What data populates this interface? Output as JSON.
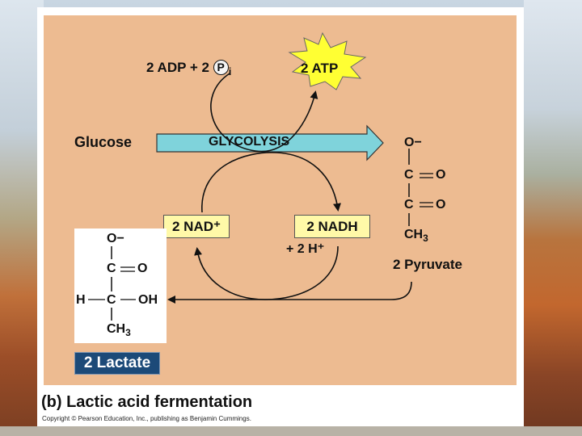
{
  "diagram": {
    "adp_pi_text": "2 ADP + 2",
    "pi_letter": "P",
    "pi_subscript": "i",
    "atp_label": "2 ATP",
    "glucose_label": "Glucose",
    "glycolysis_label": "GLYCOLYSIS",
    "nad_label": "2 NAD⁺",
    "nadh_label": "2 NADH",
    "h_plus_label": "+ 2 H⁺",
    "pyruvate_label": "2 Pyruvate",
    "lactate_label": "2 Lactate",
    "pyruvate_structure": {
      "o_minus": "O−",
      "c1": "C",
      "o1": "O",
      "c2": "C",
      "o2": "O",
      "ch3": "CH",
      "ch3_sub": "3"
    },
    "lactate_structure": {
      "o_minus": "O−",
      "c1": "C",
      "o1": "O",
      "h": "H",
      "c2": "C",
      "oh": "OH",
      "ch3": "CH",
      "ch3_sub": "3"
    }
  },
  "caption": "(b) Lactic acid fermentation",
  "copyright": "Copyright © Pearson Education, Inc., publishing as Benjamin Cummings.",
  "colors": {
    "panel": "#edbb91",
    "glycolysis_arrow": "#7fd3db",
    "label_box": "#fff9a8",
    "atp_burst": "#ffff33",
    "lactate_box": "#1c4a78"
  }
}
